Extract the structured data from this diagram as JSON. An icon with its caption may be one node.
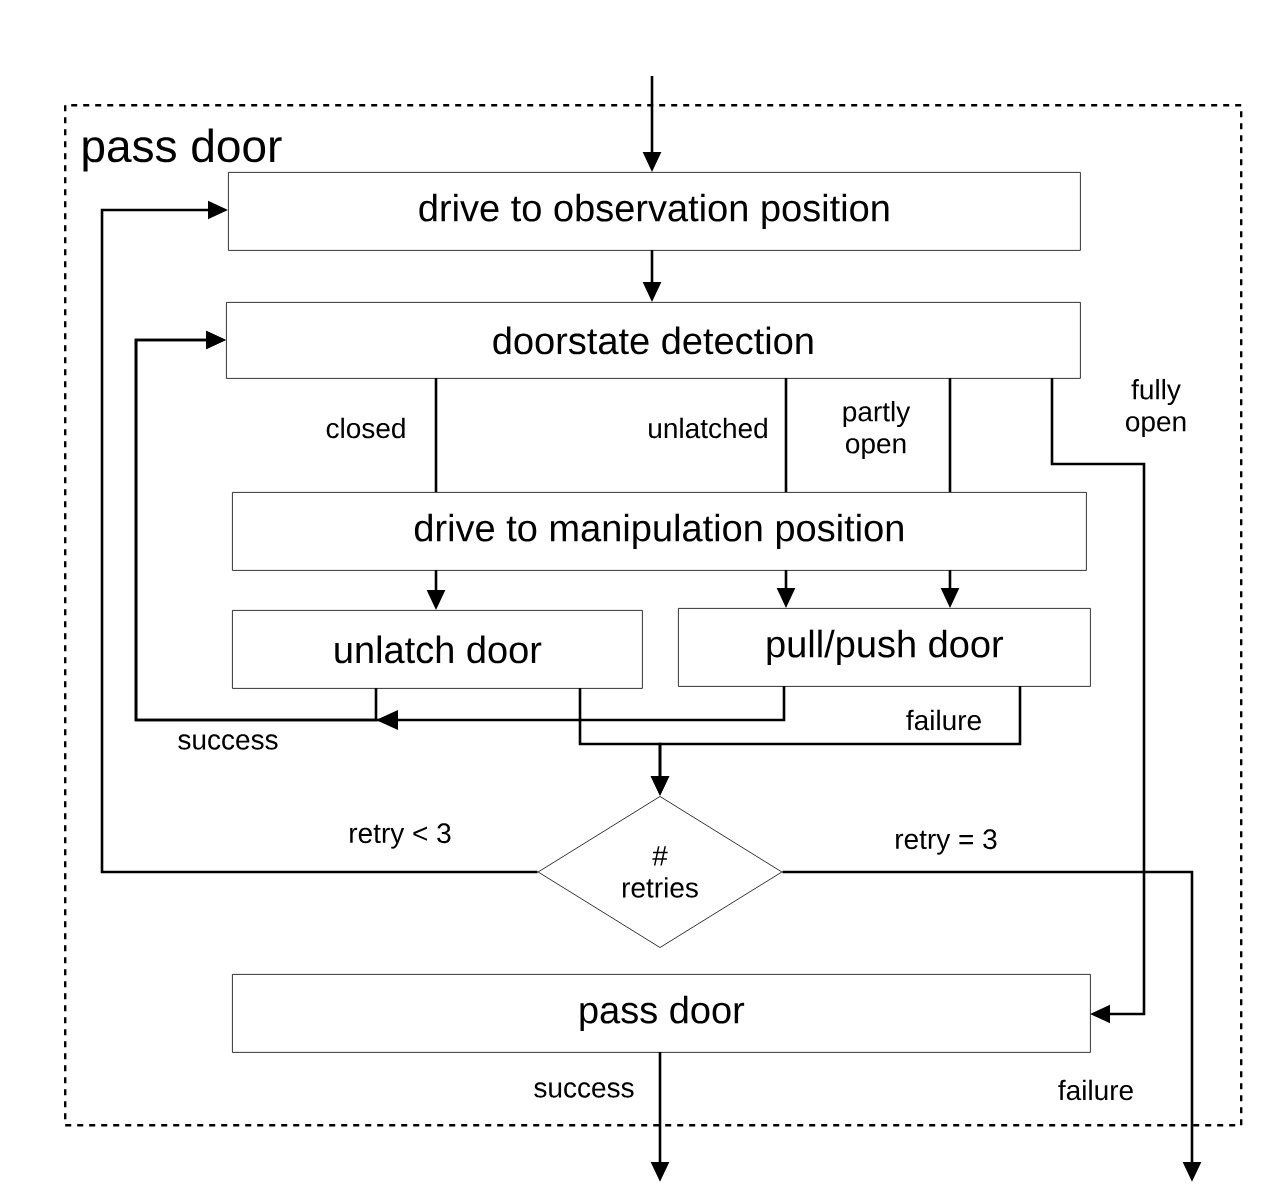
{
  "diagram": {
    "nodes": [
      {
        "text": [
          "pass door"
        ]
      },
      {
        "text": [
          "drive to observation position"
        ],
        "in": 0
      },
      {
        "text": [
          "doorstate detection"
        ],
        "in": 0
      },
      {
        "text": [
          "drive to manipulation position"
        ],
        "in": 0
      },
      {
        "text": [
          "unlatch door"
        ],
        "in": 0
      },
      {
        "text": [
          "pull/push door"
        ],
        "in": 0
      },
      {
        "text": [
          "# retries"
        ],
        "in": 0
      },
      {
        "text": [
          "pass door"
        ],
        "in": 0
      }
    ],
    "edges": [
      {
        "from": null,
        "to": 1,
        "arrow": "to"
      },
      {
        "from": 1,
        "to": 2,
        "arrow": "to"
      },
      {
        "from": 2,
        "to": 3,
        "arrow": "none",
        "label": "closed"
      },
      {
        "from": 2,
        "to": 3,
        "arrow": "none",
        "label": "unlatched"
      },
      {
        "from": 2,
        "to": 3,
        "arrow": "none",
        "label": "partly open"
      },
      {
        "from": 3,
        "to": 4,
        "arrow": "to"
      },
      {
        "from": 3,
        "to": 5,
        "arrow": "to"
      },
      {
        "from": 3,
        "to": 5,
        "arrow": "to"
      },
      {
        "from": 2,
        "to": 7,
        "arrow": "to",
        "label": "fully open"
      },
      {
        "from": 4,
        "to": 2,
        "arrow": "to",
        "label": "success"
      },
      {
        "from": 5,
        "to": 2,
        "arrow": "to"
      },
      {
        "from": 4,
        "to": 6,
        "arrow": "to"
      },
      {
        "from": 5,
        "to": 6,
        "arrow": "to",
        "label": "failure"
      },
      {
        "from": 6,
        "to": 1,
        "arrow": "to",
        "label": "retry < 3"
      },
      {
        "from": 6,
        "to": null,
        "arrow": "to",
        "label": "retry = 3"
      },
      {
        "from": 7,
        "to": null,
        "arrow": "to",
        "label": "success"
      }
    ],
    "labels": [
      "failure"
    ]
  }
}
